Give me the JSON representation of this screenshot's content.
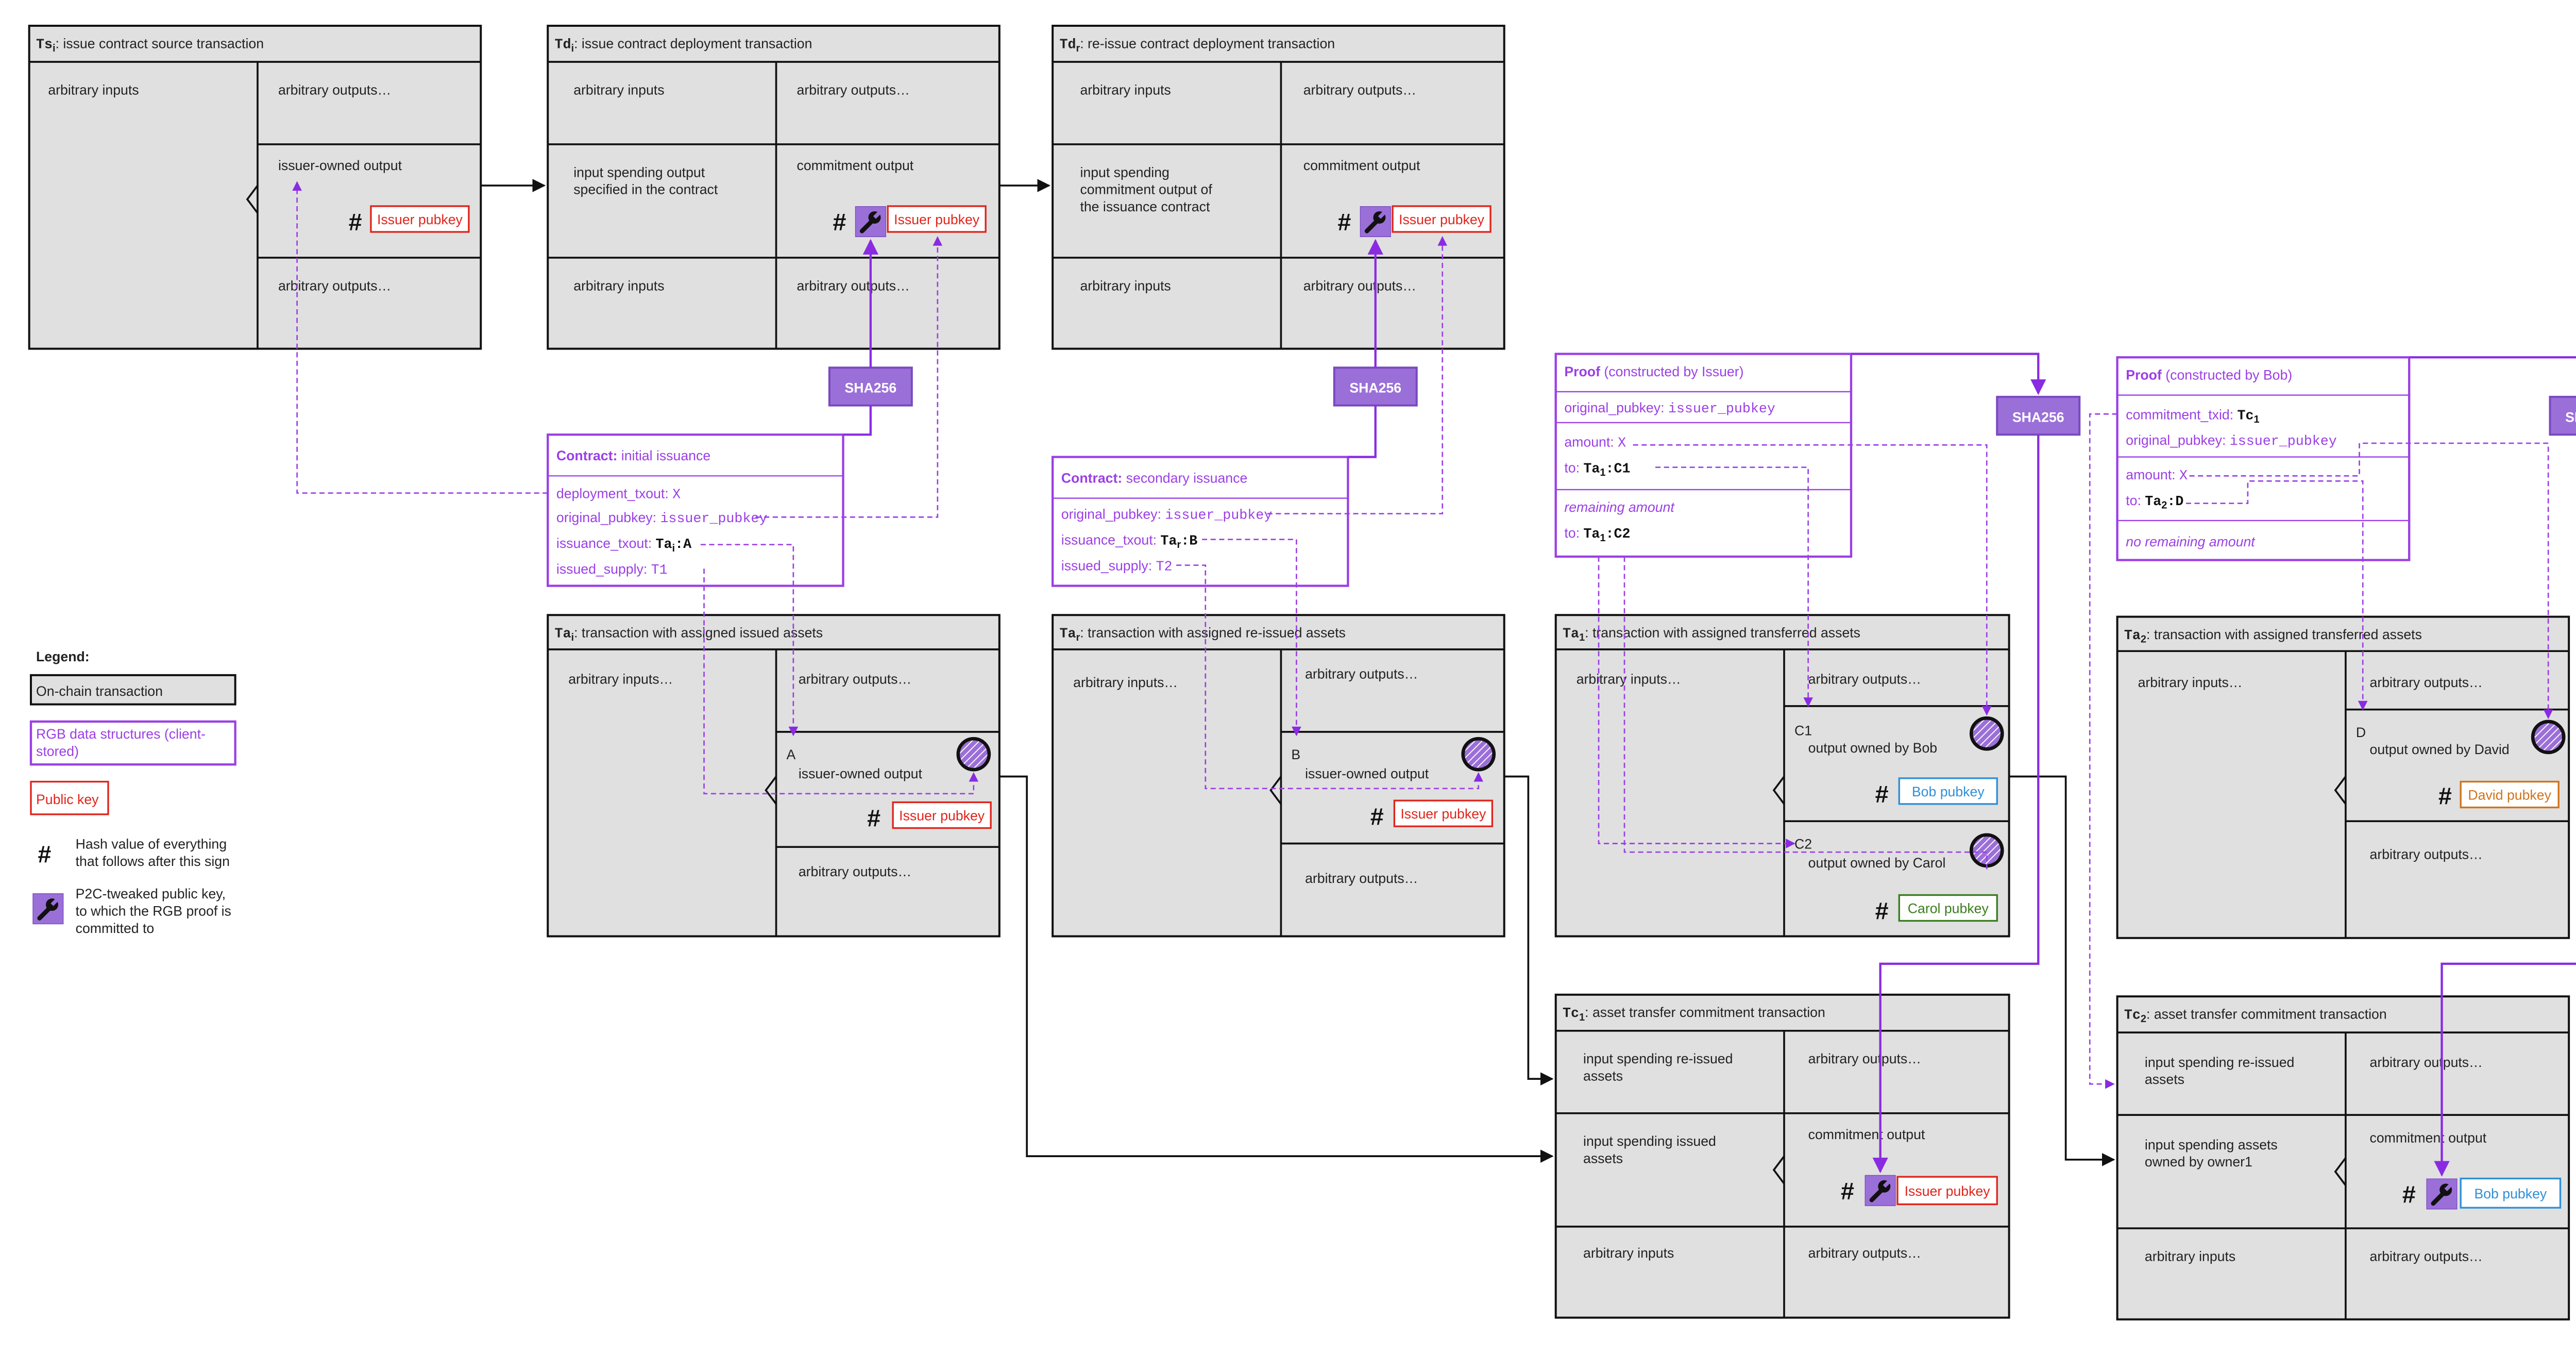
{
  "colors": {
    "transaction_fill": "#e0e0e0",
    "transaction_stroke": "#111111",
    "rgb_purple": "#9b3fe6",
    "pubkey_red": "#e0241b",
    "pubkey_blue": "#2f8fd8",
    "pubkey_green": "#3a7d1e",
    "pubkey_orange": "#d0731c",
    "asset_seal_fill": "#9b6fd8"
  },
  "icons": {
    "hash": "hash-icon",
    "tweak": "wrench-icon",
    "asset": "hatched-circle-icon"
  },
  "sha_label": "SHA256",
  "transactions": {
    "ts1": {
      "title_id": "Ts",
      "title_sub": "i",
      "title_text": ": issue contract source transaction",
      "arbitrary_inputs": "arbitrary inputs",
      "outputs_top": "arbitrary outputs…",
      "issuer_output": "issuer-owned output",
      "outputs_bottom": "arbitrary outputs…",
      "pubkey": "Issuer pubkey"
    },
    "td1": {
      "title_id": "Td",
      "title_sub": "i",
      "title_text": ": issue contract deployment transaction",
      "inputs_top": "arbitrary inputs",
      "input_line1": "input spending output",
      "input_line2": "specified in the contract",
      "inputs_bottom": "arbitrary inputs",
      "outputs_top": "arbitrary outputs…",
      "commitment_output": "commitment output",
      "outputs_bottom": "arbitrary outputs…",
      "pubkey": "Issuer pubkey"
    },
    "td2": {
      "title_id": "Td",
      "title_sub": "r",
      "title_text": ": re-issue contract deployment transaction",
      "inputs_top": "arbitrary inputs",
      "input_line1": "input spending",
      "input_line2": "commitment output of",
      "input_line3": "the issuance contract",
      "inputs_bottom": "arbitrary inputs",
      "outputs_top": "arbitrary outputs…",
      "commitment_output": "commitment output",
      "outputs_bottom": "arbitrary outputs…",
      "pubkey": "Issuer pubkey"
    },
    "tai": {
      "title_id": "Ta",
      "title_sub": "i",
      "title_text": ": transaction with assigned issued assets",
      "inputs": "arbitrary inputs…",
      "outputs_top": "arbitrary outputs…",
      "label": "A",
      "issuer_output": "issuer-owned output",
      "outputs_bottom": "arbitrary outputs…",
      "pubkey": "Issuer pubkey"
    },
    "tar": {
      "title_id": "Ta",
      "title_sub": "r",
      "title_text": ": transaction with assigned re-issued assets",
      "inputs": "arbitrary inputs…",
      "outputs_top": "arbitrary outputs…",
      "label": "B",
      "issuer_output": "issuer-owned output",
      "outputs_bottom": "arbitrary outputs…",
      "pubkey": "Issuer pubkey"
    },
    "ta1": {
      "title_id": "Ta",
      "title_sub": "1",
      "title_text": ": transaction with assigned transferred assets",
      "inputs": "arbitrary inputs…",
      "outputs_top": "arbitrary outputs…",
      "label_c1": "C1",
      "bob_output": "output owned by Bob",
      "bob_pubkey": "Bob pubkey",
      "label_c2": "C2",
      "carol_output": "output owned by Carol",
      "carol_pubkey": "Carol pubkey"
    },
    "ta2": {
      "title_id": "Ta",
      "title_sub": "2",
      "title_text": ": transaction with assigned transferred assets",
      "inputs": "arbitrary inputs…",
      "outputs_top": "arbitrary outputs…",
      "label_d": "D",
      "david_output": "output owned by David",
      "david_pubkey": "David pubkey",
      "outputs_bottom": "arbitrary outputs…"
    },
    "tc1": {
      "title_id": "Tc",
      "title_sub": "1",
      "title_text": ": asset transfer commitment transaction",
      "input1_line1": "input spending re-issued",
      "input1_line2": "assets",
      "input2_line1": "input spending issued",
      "input2_line2": "assets",
      "inputs_bottom": "arbitrary inputs",
      "outputs_top": "arbitrary outputs…",
      "commitment_output": "commitment output",
      "outputs_bottom": "arbitrary outputs…",
      "pubkey": "Issuer pubkey"
    },
    "tc2": {
      "title_id": "Tc",
      "title_sub": "2",
      "title_text": ": asset transfer commitment transaction",
      "input1_line1": "input spending re-issued",
      "input1_line2": "assets",
      "input2_line1": "input spending assets",
      "input2_line2": "owned by owner1",
      "inputs_bottom": "arbitrary inputs",
      "outputs_top": "arbitrary outputs…",
      "commitment_output": "commitment output",
      "outputs_bottom": "arbitrary outputs…",
      "pubkey": "Bob pubkey"
    }
  },
  "contracts": {
    "initial": {
      "title_bold": "Contract:",
      "title_rest": " initial issuance",
      "deployment_txout_label": "deployment_txout: ",
      "deployment_txout_value": "X",
      "original_pubkey_label": "original_pubkey: ",
      "original_pubkey_value": "issuer_pubkey",
      "issuance_txout_label": "issuance_txout: ",
      "issuance_txout_id": "Ta",
      "issuance_txout_sub": "i",
      "issuance_txout_out": ":A",
      "issued_supply_label": "issued_supply: ",
      "issued_supply_value": "T1"
    },
    "secondary": {
      "title_bold": "Contract:",
      "title_rest": " secondary issuance",
      "original_pubkey_label": "original_pubkey: ",
      "original_pubkey_value": "issuer_pubkey",
      "issuance_txout_label": "issuance_txout: ",
      "issuance_txout_id": "Ta",
      "issuance_txout_sub": "r",
      "issuance_txout_out": ":B",
      "issued_supply_label": "issued_supply: ",
      "issued_supply_value": "T2"
    }
  },
  "proofs": {
    "issuer": {
      "title_bold": "Proof",
      "title_rest": " (constructed by Issuer)",
      "original_pubkey_label": "original_pubkey: ",
      "original_pubkey_value": "issuer_pubkey",
      "amount_label": "amount: ",
      "amount_value": "X",
      "to_label": "to: ",
      "to_id": "Ta",
      "to_sub": "1",
      "to_out": ":C1",
      "remaining": "remaining amount",
      "to2_label": "to: ",
      "to2_id": "Ta",
      "to2_sub": "1",
      "to2_out": ":C2"
    },
    "bob": {
      "title_bold": "Proof",
      "title_rest": " (constructed by Bob)",
      "commitment_txid_label": "commitment_txid: ",
      "commitment_txid_id": "Tc",
      "commitment_txid_sub": "1",
      "original_pubkey_label": "original_pubkey: ",
      "original_pubkey_value": "issuer_pubkey",
      "amount_label": "amount: ",
      "amount_value": "X",
      "to_label": "to: ",
      "to_id": "Ta",
      "to_sub": "2",
      "to_out": ":D",
      "no_remaining": "no remaining amount"
    }
  },
  "legend": {
    "title": "Legend:",
    "onchain": "On-chain transaction",
    "rgb_line1": "RGB data structures (client-",
    "rgb_line2": "stored)",
    "pubkey": "Public key",
    "hash_line1": "Hash value of everything",
    "hash_line2": "that follows after this sign",
    "tweak_line1": "P2C-tweaked public key,",
    "tweak_line2": "to which the RGB proof is",
    "tweak_line3": "committed to"
  }
}
